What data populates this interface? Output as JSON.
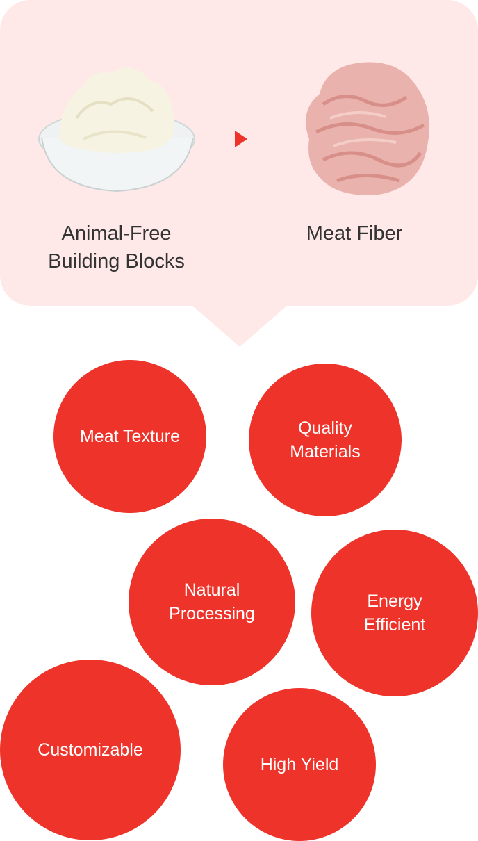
{
  "process": {
    "source_label_line1": "Animal-Free",
    "source_label_line2": "Building Blocks",
    "target_label": "Meat Fiber"
  },
  "benefits": [
    {
      "line1": "Meat Texture",
      "line2": ""
    },
    {
      "line1": "Quality",
      "line2": "Materials"
    },
    {
      "line1": "Natural",
      "line2": "Processing"
    },
    {
      "line1": "Energy",
      "line2": "Efficient"
    },
    {
      "line1": "Customizable",
      "line2": ""
    },
    {
      "line1": "High Yield",
      "line2": ""
    }
  ],
  "colors": {
    "accent": "#ee332a",
    "panel": "#ffe8e8",
    "text": "#333333"
  }
}
